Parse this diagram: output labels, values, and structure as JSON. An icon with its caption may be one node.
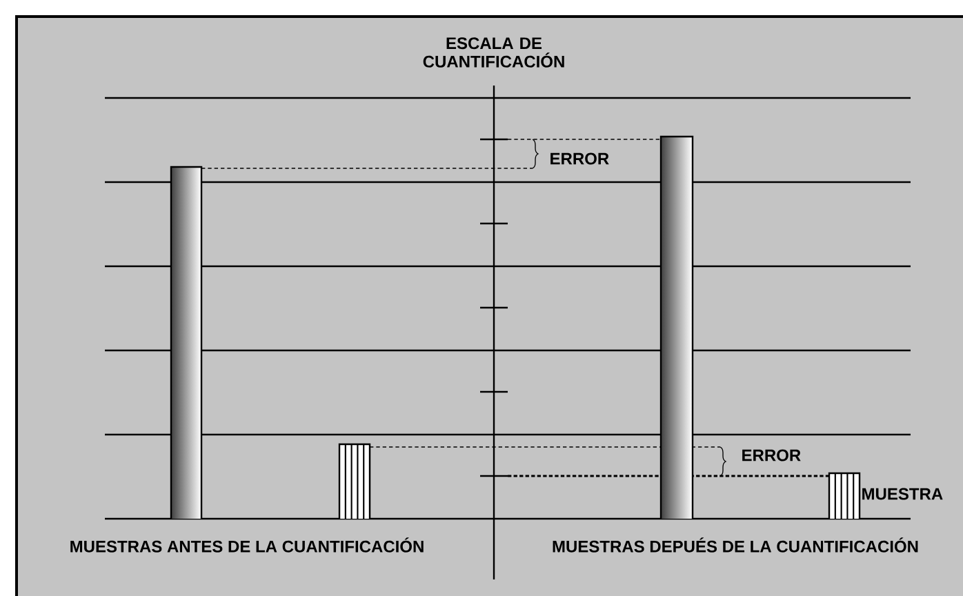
{
  "diagram": {
    "title": "ESCALA DE CUANTIFICACIÓN",
    "labels": [
      "ERROR",
      "ERROR",
      "MUESTRA",
      "MUESTRAS ANTES DE LA CUANTIFICACIÓN",
      "MUESTRAS DEPUÉS DE LA CUANTIFICACIÓN"
    ]
  }
}
